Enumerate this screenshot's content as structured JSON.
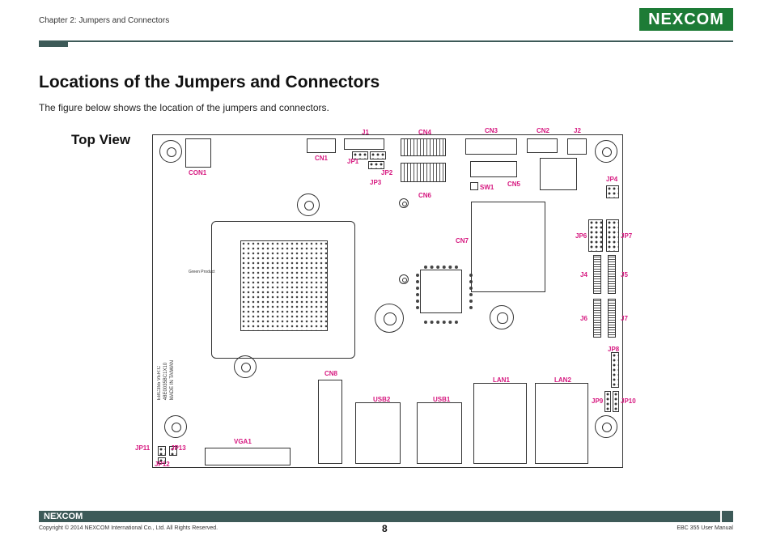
{
  "header": {
    "chapter": "Chapter 2: Jumpers and Connectors",
    "logo_text": "NEXCOM",
    "brand_color": "#1d7b36",
    "rule_color": "#3d5a58"
  },
  "page": {
    "title": "Locations of the Jumpers and Connectors",
    "intro": "The figure below shows the location of the jumpers and connectors.",
    "section": "Top View"
  },
  "board": {
    "label_color": "#d6177f",
    "labels": {
      "con1": "CON1",
      "j1": "J1",
      "cn4": "CN4",
      "cn3": "CN3",
      "cn2": "CN2",
      "j2": "J2",
      "cn1": "CN1",
      "jp1": "JP1",
      "jp2": "JP2",
      "jp3": "JP3",
      "cn6": "CN6",
      "sw1": "SW1",
      "cn5": "CN5",
      "jp4": "JP4",
      "jp6": "JP6",
      "jp7": "JP7",
      "cn7": "CN7",
      "j4": "J4",
      "j5": "J5",
      "j6": "J6",
      "j7": "J7",
      "jp8": "JP8",
      "cn8": "CN8",
      "lan1": "LAN1",
      "lan2": "LAN2",
      "usb2": "USB2",
      "usb1": "USB1",
      "jp9": "JP9",
      "jp10": "JP10",
      "vga1": "VGA1",
      "jp11": "JP11",
      "jp13": "JP13",
      "jp12": "JP12"
    },
    "silkscreen": "EBC355 VER:C\n48E0035BC1X10\nMADE IN TAIWAN",
    "green_product": "Green Product"
  },
  "footer": {
    "logo_text": "NEXCOM",
    "copyright": "Copyright © 2014 NEXCOM International Co., Ltd. All Rights Reserved.",
    "page_number": "8",
    "manual": "EBC 355 User Manual"
  }
}
